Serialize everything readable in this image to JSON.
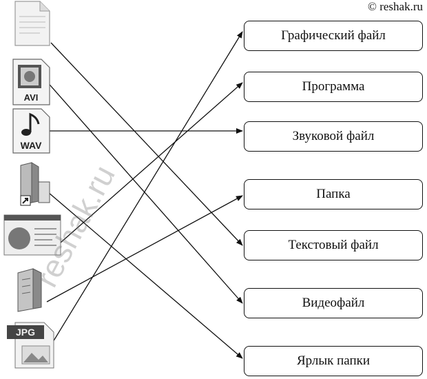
{
  "copyright": "© reshak.ru",
  "watermark": "reshak.ru",
  "categories": [
    "Графический файл",
    "Программа",
    "Звуковой файл",
    "Папка",
    "Текстовый файл",
    "Видеофайл",
    "Ярлык папки"
  ],
  "icons": [
    {
      "name": "text-document-icon",
      "label": ""
    },
    {
      "name": "avi-video-file-icon",
      "label": "AVI"
    },
    {
      "name": "wav-audio-file-icon",
      "label": "WAV"
    },
    {
      "name": "folder-shortcut-icon",
      "label": ""
    },
    {
      "name": "program-window-icon",
      "label": ""
    },
    {
      "name": "folder-icon",
      "label": ""
    },
    {
      "name": "jpg-image-file-icon",
      "label": "JPG"
    }
  ],
  "matches": [
    {
      "icon": 0,
      "category": 4
    },
    {
      "icon": 1,
      "category": 5
    },
    {
      "icon": 2,
      "category": 2
    },
    {
      "icon": 3,
      "category": 6
    },
    {
      "icon": 4,
      "category": 1
    },
    {
      "icon": 5,
      "category": 3
    },
    {
      "icon": 6,
      "category": 0
    }
  ],
  "colors": {
    "line": "#111111",
    "box_border": "#111111"
  }
}
